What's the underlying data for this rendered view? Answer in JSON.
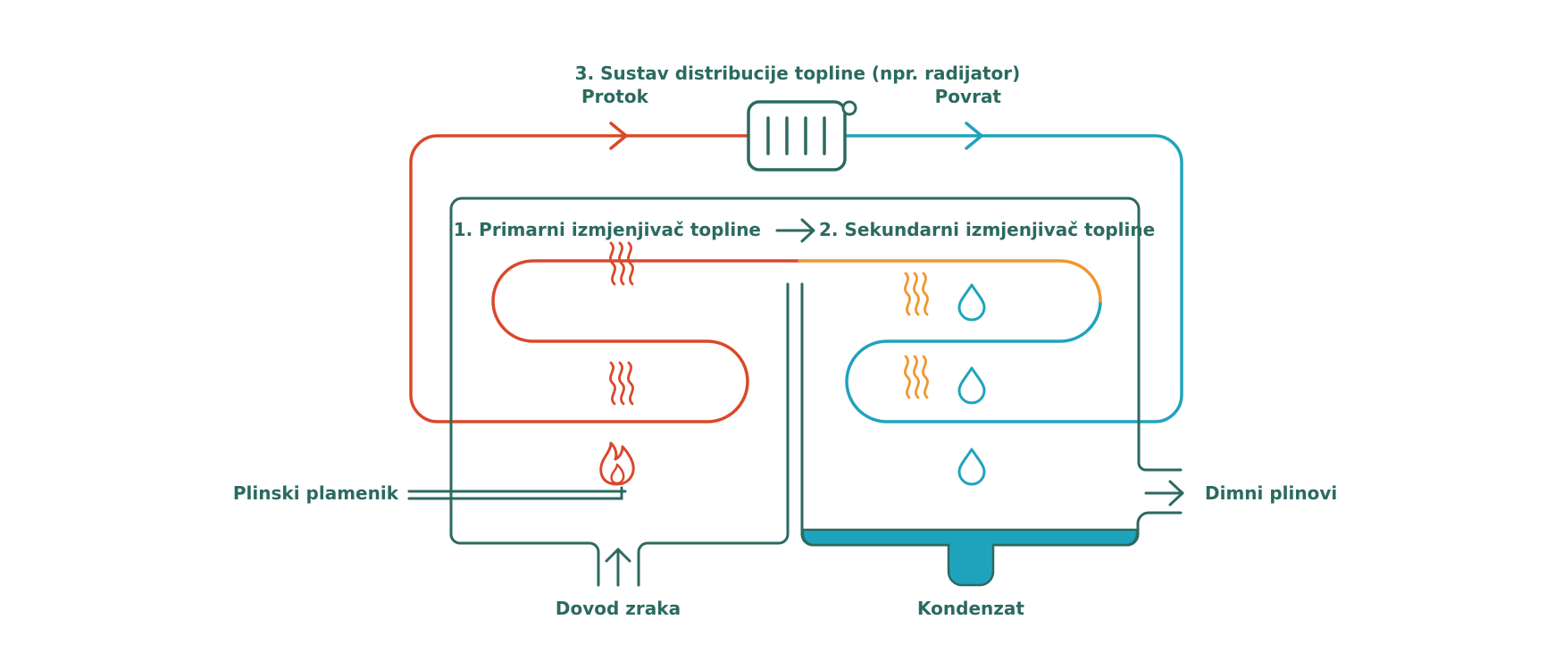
{
  "colors": {
    "frame": "#2b6a60",
    "hot": "#d9482b",
    "warm": "#f0972f",
    "cold": "#1fa3bd",
    "condensate": "#1fa3bd",
    "background": "#ffffff"
  },
  "labels": {
    "distribution_system": "3. Sustav distribucije topline (npr. radijator)",
    "flow": "Protok",
    "return": "Povrat",
    "primary_exchanger": "1. Primarni izmjenjivač topline",
    "secondary_exchanger": "2. Sekundarni izmjenjivač topline",
    "gas_burner": "Plinski plamenik",
    "flue_gases": "Dimni plinovi",
    "air_supply": "Dovod zraka",
    "condensate": "Kondenzat"
  },
  "icons": {
    "radiator": "radiator-icon",
    "flame": "flame-icon",
    "heat_waves": "heat-waves-icon",
    "water_drop": "water-drop-icon",
    "arrow": "arrow-right-icon"
  }
}
